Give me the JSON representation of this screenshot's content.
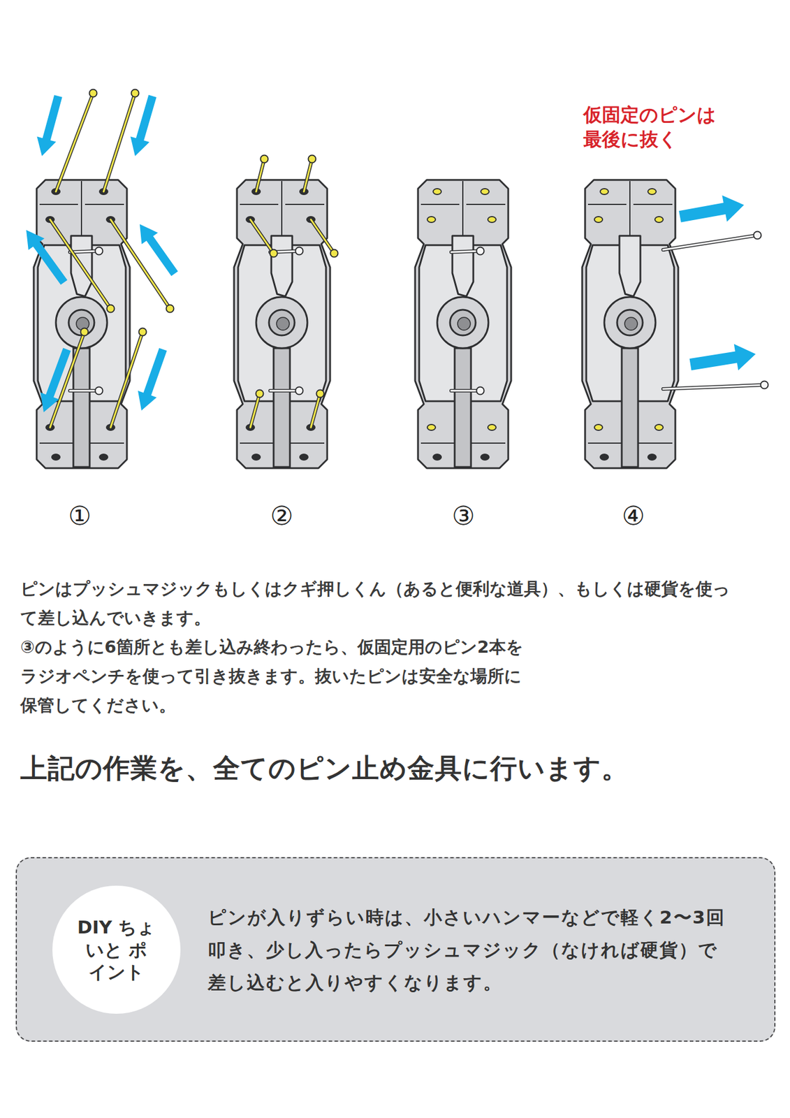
{
  "diagram": {
    "nodes": [
      {
        "text": [
          "ピンが入りずらい時は、小さいハンマーなどで軽く2〜3回叩き、少し入ったらプッシュマジック（なければ硬貨）で差し込むと入りやすくなります。"
        ]
      },
      {
        "text": [
          "DIY ちょいと ポイント"
        ],
        "in": 0
      }
    ],
    "labels": [
      "仮固定のピンは最後に抜く",
      "①",
      "②",
      "③",
      "④",
      "ピンはプッシュマジックもしくはクギ押しくん（あると便利な道具）、もしくは硬貨を使って差し込んでいきます。",
      "③のように6箇所とも差し込み終わったら、仮固定用のピン2本をラジオペンチを使って引き抜きます。抜いたピンは安全な場所に保管してください。",
      "上記の作業を、全てのピン止め金具に行います。"
    ]
  }
}
